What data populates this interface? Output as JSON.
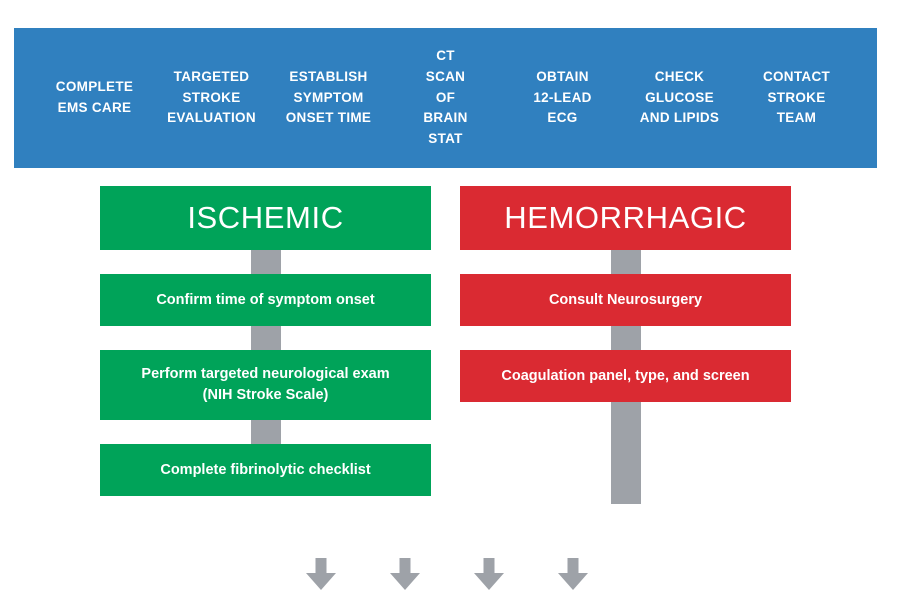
{
  "palette": {
    "header_blue": "#3080bf",
    "ischemic_green": "#00a359",
    "hemorrhagic_red": "#da2a32",
    "connector_gray": "#9ea2a8",
    "text_white": "#ffffff",
    "background": "#ffffff"
  },
  "header": {
    "steps": [
      {
        "label": "COMPLETE\nEMS CARE"
      },
      {
        "label": "TARGETED\nSTROKE\nEVALUATION"
      },
      {
        "label": "ESTABLISH\nSYMPTOM\nONSET TIME"
      },
      {
        "label": "CT\nSCAN\nOF\nBRAIN\nSTAT"
      },
      {
        "label": "OBTAIN\n12-LEAD\nECG"
      },
      {
        "label": "CHECK\nGLUCOSE\nAND LIPIDS"
      },
      {
        "label": "CONTACT\nSTROKE\nTEAM"
      }
    ]
  },
  "pathways": {
    "ischemic": {
      "title": "ISCHEMIC",
      "steps": [
        {
          "label": "Confirm time of symptom onset"
        },
        {
          "label": "Perform targeted neurological exam\n(NIH Stroke Scale)"
        },
        {
          "label": "Complete fibrinolytic checklist"
        }
      ]
    },
    "hemorrhagic": {
      "title": "HEMORRHAGIC",
      "steps": [
        {
          "label": "Consult Neurosurgery"
        },
        {
          "label": "Coagulation panel, type, and screen"
        }
      ]
    }
  },
  "footer": {
    "arrow_icon": "arrow-down-icon",
    "arrow_count": 4
  }
}
